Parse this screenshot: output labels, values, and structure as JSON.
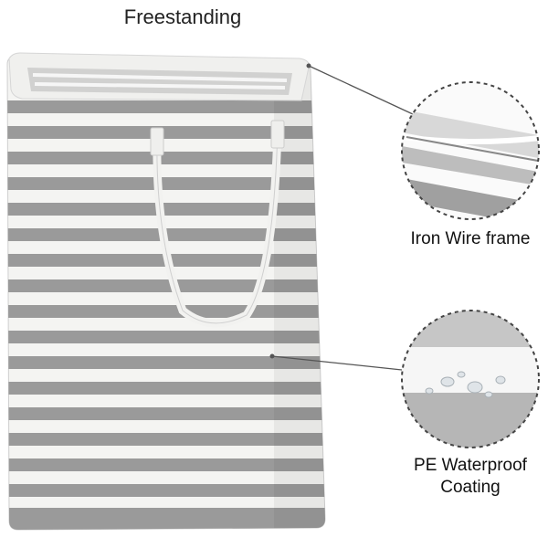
{
  "title": "Freestanding",
  "callouts": {
    "frame": {
      "label": "Iron Wire frame",
      "icon": "wire-frame-closeup"
    },
    "coating": {
      "label_line1": "PE Waterproof",
      "label_line2": "Coating",
      "icon": "water-droplets-closeup"
    }
  },
  "product": {
    "name": "striped-laundry-hamper",
    "colors": {
      "stripe": "#9a9a9a",
      "base": "#f4f4f2",
      "rim": "#f0f0ee",
      "handle": "#f2f2f0"
    }
  }
}
